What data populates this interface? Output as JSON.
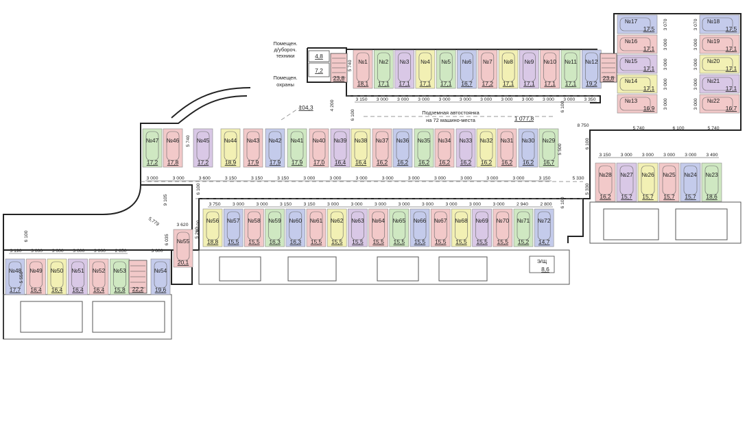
{
  "plan": {
    "title_line1": "Подземная автостоянка",
    "title_line2": "на 72 машино-места",
    "total_area": "1 077,8",
    "ramp_area": "104,3",
    "ramp_length": "5,779",
    "room_cleaning_line1": "Помещен.",
    "room_cleaning_line2": "д/убороч.",
    "room_cleaning_line3": "техники",
    "room_cleaning_area": "4,8",
    "room_security_line1": "Помещен.",
    "room_security_line2": "охраны",
    "room_security_area": "7,2",
    "stair_top_left_area": "23,8",
    "stair_top_right_area": "23,8",
    "stair_bottom_area": "22,2",
    "electric_label": "Э/Щ",
    "electric_area": "8,6"
  },
  "colors": {
    "pink": "#f2c9c9",
    "green": "#cfe8c2",
    "yellow": "#f2f0b4",
    "blue": "#c4cbeb",
    "violet": "#d9c8e6",
    "wall": "#222222",
    "stair": "#f2c9c9"
  },
  "spaces": [
    {
      "n": "№1",
      "a": "18,1",
      "c": "pink"
    },
    {
      "n": "№2",
      "a": "17,1",
      "c": "green"
    },
    {
      "n": "№3",
      "a": "17,1",
      "c": "violet"
    },
    {
      "n": "№4",
      "a": "17,1",
      "c": "yellow"
    },
    {
      "n": "№5",
      "a": "17,1",
      "c": "green"
    },
    {
      "n": "№6",
      "a": "16,7",
      "c": "blue"
    },
    {
      "n": "№7",
      "a": "17,2",
      "c": "pink"
    },
    {
      "n": "№8",
      "a": "17,1",
      "c": "yellow"
    },
    {
      "n": "№9",
      "a": "17,1",
      "c": "violet"
    },
    {
      "n": "№10",
      "a": "17,1",
      "c": "pink"
    },
    {
      "n": "№11",
      "a": "17,1",
      "c": "green"
    },
    {
      "n": "№12",
      "a": "19,2",
      "c": "blue"
    },
    {
      "n": "№13",
      "a": "16,9",
      "c": "pink"
    },
    {
      "n": "№14",
      "a": "17,1",
      "c": "yellow"
    },
    {
      "n": "№15",
      "a": "17,1",
      "c": "violet"
    },
    {
      "n": "№16",
      "a": "17,1",
      "c": "pink"
    },
    {
      "n": "№17",
      "a": "17,5",
      "c": "blue"
    },
    {
      "n": "№18",
      "a": "17,5",
      "c": "blue"
    },
    {
      "n": "№19",
      "a": "17,1",
      "c": "pink"
    },
    {
      "n": "№20",
      "a": "17,1",
      "c": "yellow"
    },
    {
      "n": "№21",
      "a": "17,1",
      "c": "violet"
    },
    {
      "n": "№22",
      "a": "16,7",
      "c": "pink"
    },
    {
      "n": "№23",
      "a": "18,6",
      "c": "green"
    },
    {
      "n": "№24",
      "a": "15,7",
      "c": "blue"
    },
    {
      "n": "№25",
      "a": "15,7",
      "c": "pink"
    },
    {
      "n": "№26",
      "a": "15,7",
      "c": "yellow"
    },
    {
      "n": "№27",
      "a": "15,7",
      "c": "violet"
    },
    {
      "n": "№28",
      "a": "16,2",
      "c": "pink"
    },
    {
      "n": "№29",
      "a": "16,7",
      "c": "green"
    },
    {
      "n": "№30",
      "a": "16,2",
      "c": "blue"
    },
    {
      "n": "№31",
      "a": "16,2",
      "c": "pink"
    },
    {
      "n": "№32",
      "a": "16,2",
      "c": "yellow"
    },
    {
      "n": "№33",
      "a": "16,2",
      "c": "violet"
    },
    {
      "n": "№34",
      "a": "16,2",
      "c": "pink"
    },
    {
      "n": "№35",
      "a": "16,2",
      "c": "green"
    },
    {
      "n": "№36",
      "a": "16,2",
      "c": "blue"
    },
    {
      "n": "№37",
      "a": "16,2",
      "c": "pink"
    },
    {
      "n": "№38",
      "a": "16,4",
      "c": "yellow"
    },
    {
      "n": "№39",
      "a": "16,4",
      "c": "violet"
    },
    {
      "n": "№40",
      "a": "17,0",
      "c": "pink"
    },
    {
      "n": "№41",
      "a": "17,9",
      "c": "green"
    },
    {
      "n": "№42",
      "a": "17,9",
      "c": "blue"
    },
    {
      "n": "№43",
      "a": "17,9",
      "c": "pink"
    },
    {
      "n": "№44",
      "a": "18,9",
      "c": "yellow"
    },
    {
      "n": "№45",
      "a": "17,2",
      "c": "violet"
    },
    {
      "n": "№46",
      "a": "17,8",
      "c": "pink"
    },
    {
      "n": "№47",
      "a": "17,2",
      "c": "green"
    },
    {
      "n": "№48",
      "a": "17,7",
      "c": "blue"
    },
    {
      "n": "№49",
      "a": "16,4",
      "c": "pink"
    },
    {
      "n": "№50",
      "a": "16,4",
      "c": "yellow"
    },
    {
      "n": "№51",
      "a": "16,4",
      "c": "violet"
    },
    {
      "n": "№52",
      "a": "16,4",
      "c": "pink"
    },
    {
      "n": "№53",
      "a": "15,8",
      "c": "green"
    },
    {
      "n": "№54",
      "a": "19,6",
      "c": "blue"
    },
    {
      "n": "№55",
      "a": "20,1",
      "c": "pink"
    },
    {
      "n": "№56",
      "a": "18,8",
      "c": "yellow"
    },
    {
      "n": "№57",
      "a": "15,5",
      "c": "blue"
    },
    {
      "n": "№58",
      "a": "15,5",
      "c": "pink"
    },
    {
      "n": "№59",
      "a": "16,3",
      "c": "green"
    },
    {
      "n": "№60",
      "a": "16,3",
      "c": "blue"
    },
    {
      "n": "№61",
      "a": "15,5",
      "c": "pink"
    },
    {
      "n": "№62",
      "a": "15,5",
      "c": "yellow"
    },
    {
      "n": "№63",
      "a": "15,5",
      "c": "violet"
    },
    {
      "n": "№64",
      "a": "15,5",
      "c": "pink"
    },
    {
      "n": "№65",
      "a": "15,5",
      "c": "green"
    },
    {
      "n": "№66",
      "a": "15,5",
      "c": "blue"
    },
    {
      "n": "№67",
      "a": "15,5",
      "c": "pink"
    },
    {
      "n": "№68",
      "a": "15,5",
      "c": "yellow"
    },
    {
      "n": "№69",
      "a": "15,5",
      "c": "violet"
    },
    {
      "n": "№70",
      "a": "15,5",
      "c": "pink"
    },
    {
      "n": "№71",
      "a": "15,2",
      "c": "green"
    },
    {
      "n": "№72",
      "a": "14,7",
      "c": "blue"
    }
  ],
  "dims": {
    "top": [
      "5 740",
      "3 150",
      "3 000",
      "3 000",
      "3 000",
      "3 000",
      "3 000",
      "3 000",
      "3 000",
      "3 000",
      "3 000",
      "3 000",
      "3 350",
      "4 200",
      "6 100"
    ],
    "right_block": [
      "3 070",
      "3 000",
      "3 000",
      "3 000",
      "3 000",
      "3 070",
      "3 000",
      "3 000",
      "3 000",
      "3 000",
      "5 740",
      "6 100",
      "5 740",
      "8 750"
    ],
    "mid_row": [
      "3 000",
      "3 000",
      "3 600",
      "3 150",
      "3 150",
      "3 150",
      "3 000",
      "3 000",
      "3 000",
      "3 000",
      "3 000",
      "3 000",
      "3 000",
      "3 000",
      "3 000",
      "3 150",
      "5 330",
      "5 500",
      "5 740",
      "6 100"
    ],
    "lower_row": [
      "3 750",
      "3 000",
      "3 000",
      "3 150",
      "3 150",
      "3 000",
      "3 000",
      "3 000",
      "3 000",
      "3 000",
      "3 000",
      "3 000",
      "3 000",
      "2 940",
      "2 800",
      "6 100",
      "6 100",
      "3 620",
      "9 105",
      "5 260"
    ],
    "right_small": [
      "3 150",
      "3 000",
      "3 000",
      "3 000",
      "3 000",
      "3 490",
      "6 100",
      "5 330"
    ],
    "left_row": [
      "3 190",
      "3 000",
      "3 000",
      "3 000",
      "3 000",
      "2 850",
      "3 600",
      "5 550",
      "6 035",
      "6 100"
    ]
  }
}
